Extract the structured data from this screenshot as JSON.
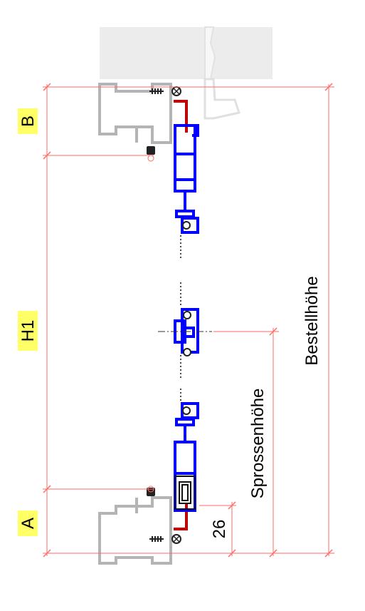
{
  "labels": {
    "a": "A",
    "b": "B",
    "h1": "H1",
    "bestellhoehe": "Bestellhöhe",
    "sprossenhoehe": "Sprossenhöhe",
    "dim_26": "26"
  },
  "colors": {
    "dimension": "#ff6a6a",
    "profile": "#0000ff",
    "seal": "#c00000",
    "frame": "#b4b4b4",
    "label_bg": "#ffff66",
    "window_bg": "#ececec"
  },
  "icons": {
    "screw": "screw-icon",
    "roller": "roller-icon",
    "magnet": "magnet-icon"
  }
}
